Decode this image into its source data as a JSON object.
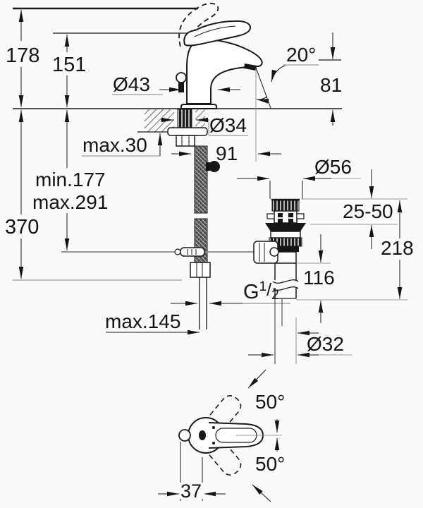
{
  "diagram": {
    "type": "faucet-installation-technical-drawing",
    "dimensions": {
      "overall_height": "178",
      "handle_height": "151",
      "base_diameter": "Ø43",
      "spout_angle": "20°",
      "spout_outlet_height": "81",
      "mounting_hole_diameter": "Ø34",
      "deck_thickness_max": "max.30",
      "spout_projection": "91",
      "rod_min": "min.177",
      "rod_max": "max.291",
      "supply_hose_length": "370",
      "waste_flange_diameter": "Ø56",
      "basin_thickness_range": "25-50",
      "waste_height": "218",
      "tailpipe_length": "116",
      "thread": {
        "g": "G",
        "num": "1",
        "slash": "/",
        "den": "2"
      },
      "side_clearance": "max.145",
      "waste_pipe_diameter": "Ø32",
      "handle_swing_up": "50°",
      "handle_swing_down": "50°",
      "handle_width": "37"
    }
  }
}
